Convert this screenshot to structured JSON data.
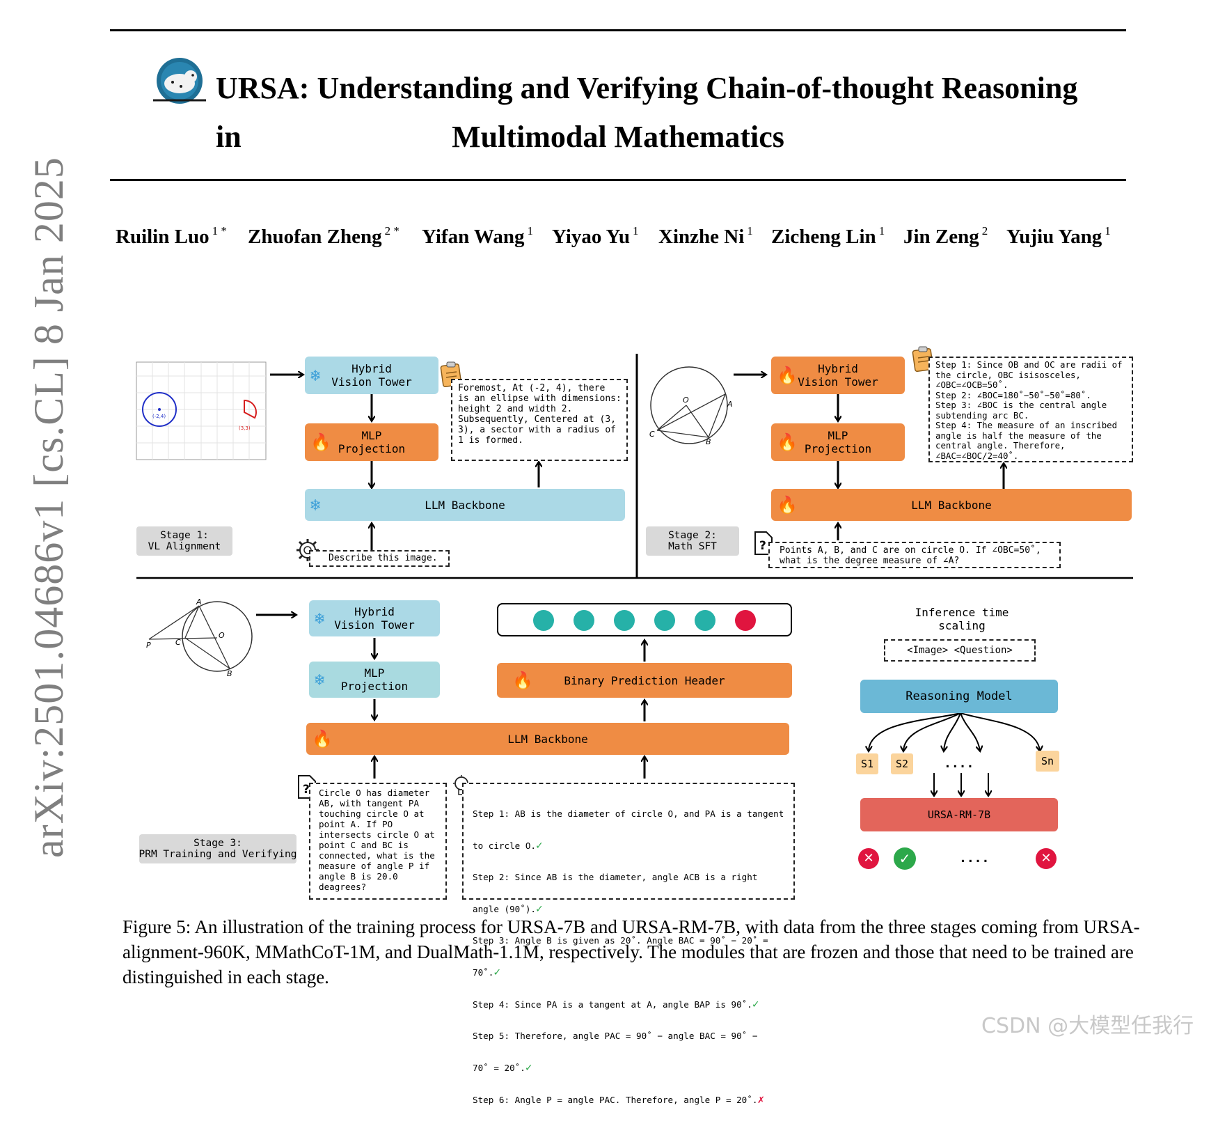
{
  "arxiv_id": "arXiv:2501.04686v1  [cs.CL]  8 Jan 2025",
  "title_line1": "URSA: Understanding and Verifying Chain-of-thought Reasoning in",
  "title_line2": "Multimodal Mathematics",
  "authors": [
    {
      "name": "Ruilin Luo",
      "aff": "1 *"
    },
    {
      "name": "Zhuofan Zheng",
      "aff": "2 *"
    },
    {
      "name": "Yifan Wang",
      "aff": "1"
    },
    {
      "name": "Yiyao Yu",
      "aff": "1"
    },
    {
      "name": "Xinzhe Ni",
      "aff": "1"
    },
    {
      "name": "Zicheng Lin",
      "aff": "1"
    },
    {
      "name": "Jin Zeng",
      "aff": "2"
    },
    {
      "name": "Yujiu Yang",
      "aff": "1"
    }
  ],
  "figure": {
    "stage1": {
      "label": "Stage 1:\nVL Alignment",
      "vision_tower": "Hybrid\nVision Tower",
      "mlp": "MLP\nProjection",
      "llm": "LLM Backbone",
      "output_text": "Foremost, At (-2, 4), there\nis an ellipse with dimensions:\nheight 2 and width 2.\nSubsequently, Centered at (3,\n3), a sector with a radius of\n1 is formed.",
      "prompt": "Describe this image.",
      "plot_labels": {
        "p1": "(-2,4)",
        "p2": "(3,3)"
      }
    },
    "stage2": {
      "label": "Stage 2:\nMath SFT",
      "vision_tower": "Hybrid\nVision Tower",
      "mlp": "MLP\nProjection",
      "llm": "LLM Backbone",
      "output_text": "Step 1: Since OB and OC are radii of\nthe circle, OBC isisosceles,\n∠OBC=∠OCB=50˚.\nStep 2: ∠BOC=180˚−50˚−50˚=80˚.\nStep 3: ∠BOC is the central angle\nsubtending arc BC.\nStep 4: The measure of an inscribed\nangle is half the measure of the\ncentral angle. Therefore,\n∠BAC=∠BOC/2=40˚.",
      "question": "Points A, B, and C are on circle O. If ∠OBC=50˚,\nwhat is the degree measure of ∠A?",
      "geo_labels": {
        "o": "O",
        "a": "A",
        "b": "B",
        "c": "C"
      }
    },
    "stage3": {
      "label": "Stage 3:\nPRM Training and Verifying",
      "vision_tower": "Hybrid\nVision Tower",
      "mlp": "MLP\nProjection",
      "llm": "LLM Backbone",
      "header": "Binary Prediction Header",
      "question": "Circle O has diameter\nAB, with tangent PA\ntouching circle O at\npoint A. If PO\nintersects circle O at\npoint C and BC is\nconnected, what is the\nmeasure of angle P if\nangle B is 20.0\ndeagrees?",
      "steps": [
        "Step 1: AB is the diameter of circle O, and PA is a tangent",
        "to circle O.",
        "Step 2: Since AB is the diameter, angle ACB is a right",
        "angle (90˚).",
        "Step 3: Angle B is given as 20˚. Angle BAC = 90˚ − 20˚ =",
        "70˚.",
        "Step 4: Since PA is a tangent at A, angle BAP is 90˚.",
        "Step 5: Therefore, angle PAC = 90˚ − angle BAC = 90˚ −",
        "70˚ = 20˚.",
        "Step 6: Angle P = angle PAC. Therefore, angle P = 20˚."
      ],
      "geo_labels": {
        "a": "A",
        "p": "P",
        "c": "C",
        "o": "O",
        "b": "B"
      }
    },
    "inference": {
      "title": "Inference time scaling",
      "input": "<Image> <Question>",
      "model": "Reasoning Model",
      "samples": [
        "S1",
        "S2",
        "....",
        "Sn"
      ],
      "rm": "URSA-RM-7B",
      "dots": "...."
    },
    "colors": {
      "frozen": "#abd9e6",
      "trainable": "#ef8c44",
      "reasoning": "#6bb8d6",
      "rm": "#e3655b",
      "sample": "#fbd49c",
      "teal": "#26b1a8",
      "red": "#e0153f",
      "green": "#2ca84a"
    }
  },
  "caption": "Figure 5: An illustration of the training process for URSA-7B and URSA-RM-7B, with data from the three stages coming from URSA-alignment-960K, MMathCoT-1M, and DualMath-1.1M, respectively. The modules that are frozen and those that need to be trained are distinguished in each stage.",
  "watermark": "CSDN @大模型任我行"
}
